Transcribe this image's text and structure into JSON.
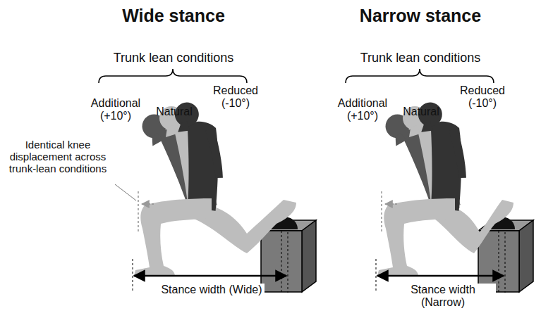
{
  "diagram": {
    "labels": [
      "Wide stance",
      "Narrow stance",
      "Trunk lean conditions",
      "Additional (+10°)",
      "Natural",
      "Reduced (-10°)",
      "Identical knee displacement across trunk-lean conditions",
      "Stance width (Wide)",
      "Trunk lean conditions",
      "Additional (+10°)",
      "Natural",
      "Reduced (-10°)",
      "Stance width (Narrow)"
    ]
  }
}
